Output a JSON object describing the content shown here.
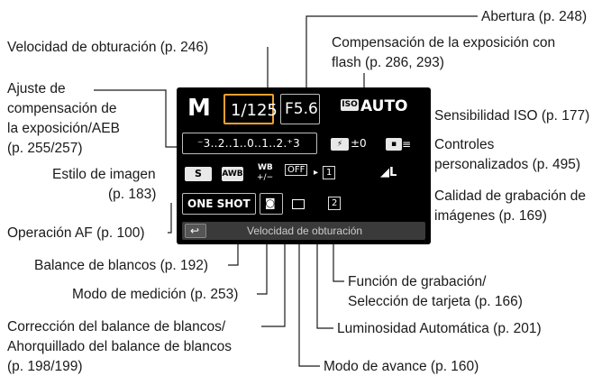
{
  "callouts": {
    "abertura": "Abertura (p. 248)",
    "velocidad": "Velocidad de obturación (p. 246)",
    "flash_comp_1": "Compensación de la exposición con",
    "flash_comp_2": "flash (p. 286, 293)",
    "ajuste_1": "Ajuste de",
    "ajuste_2": "compensación de",
    "ajuste_3": "la exposición/AEB",
    "ajuste_4": "(p. 255/257)",
    "iso": "Sensibilidad ISO (p. 177)",
    "controles_1": "Controles",
    "controles_2": "personalizados (p. 495)",
    "estilo_1": "Estilo de imagen",
    "estilo_2": "(p. 183)",
    "calidad_1": "Calidad de grabación de",
    "calidad_2": "imágenes (p. 169)",
    "af": "Operación AF (p. 100)",
    "balance": "Balance de blancos (p. 192)",
    "medicion": "Modo de medición (p. 253)",
    "funcion_1": "Función de grabación/",
    "funcion_2": "Selección de tarjeta (p. 166)",
    "correccion_1": "Corrección del balance de blancos/",
    "correccion_2": "Ahorquillado del balance de blancos",
    "correccion_3": "(p. 198/199)",
    "luminosidad": "Luminosidad Automática (p. 201)",
    "avance": "Modo de avance (p. 160)"
  },
  "screen": {
    "mode": "M",
    "shutter": "1/125",
    "aperture": "F5.6",
    "iso_badge": "ISO",
    "iso_value": "AUTO",
    "exposure_scale": "⁻3..2..1..0..1..2.⁺3",
    "flash_comp_value": "±0",
    "quality": "L",
    "picture_style": "S",
    "wb": "AWB",
    "wb_shift_top": "WB",
    "wb_shift_bottom": "+/−",
    "alo": "OFF",
    "card": "1",
    "af_mode": "ONE SHOT",
    "card_slot": "2",
    "status_text": "Velocidad de obturación"
  }
}
